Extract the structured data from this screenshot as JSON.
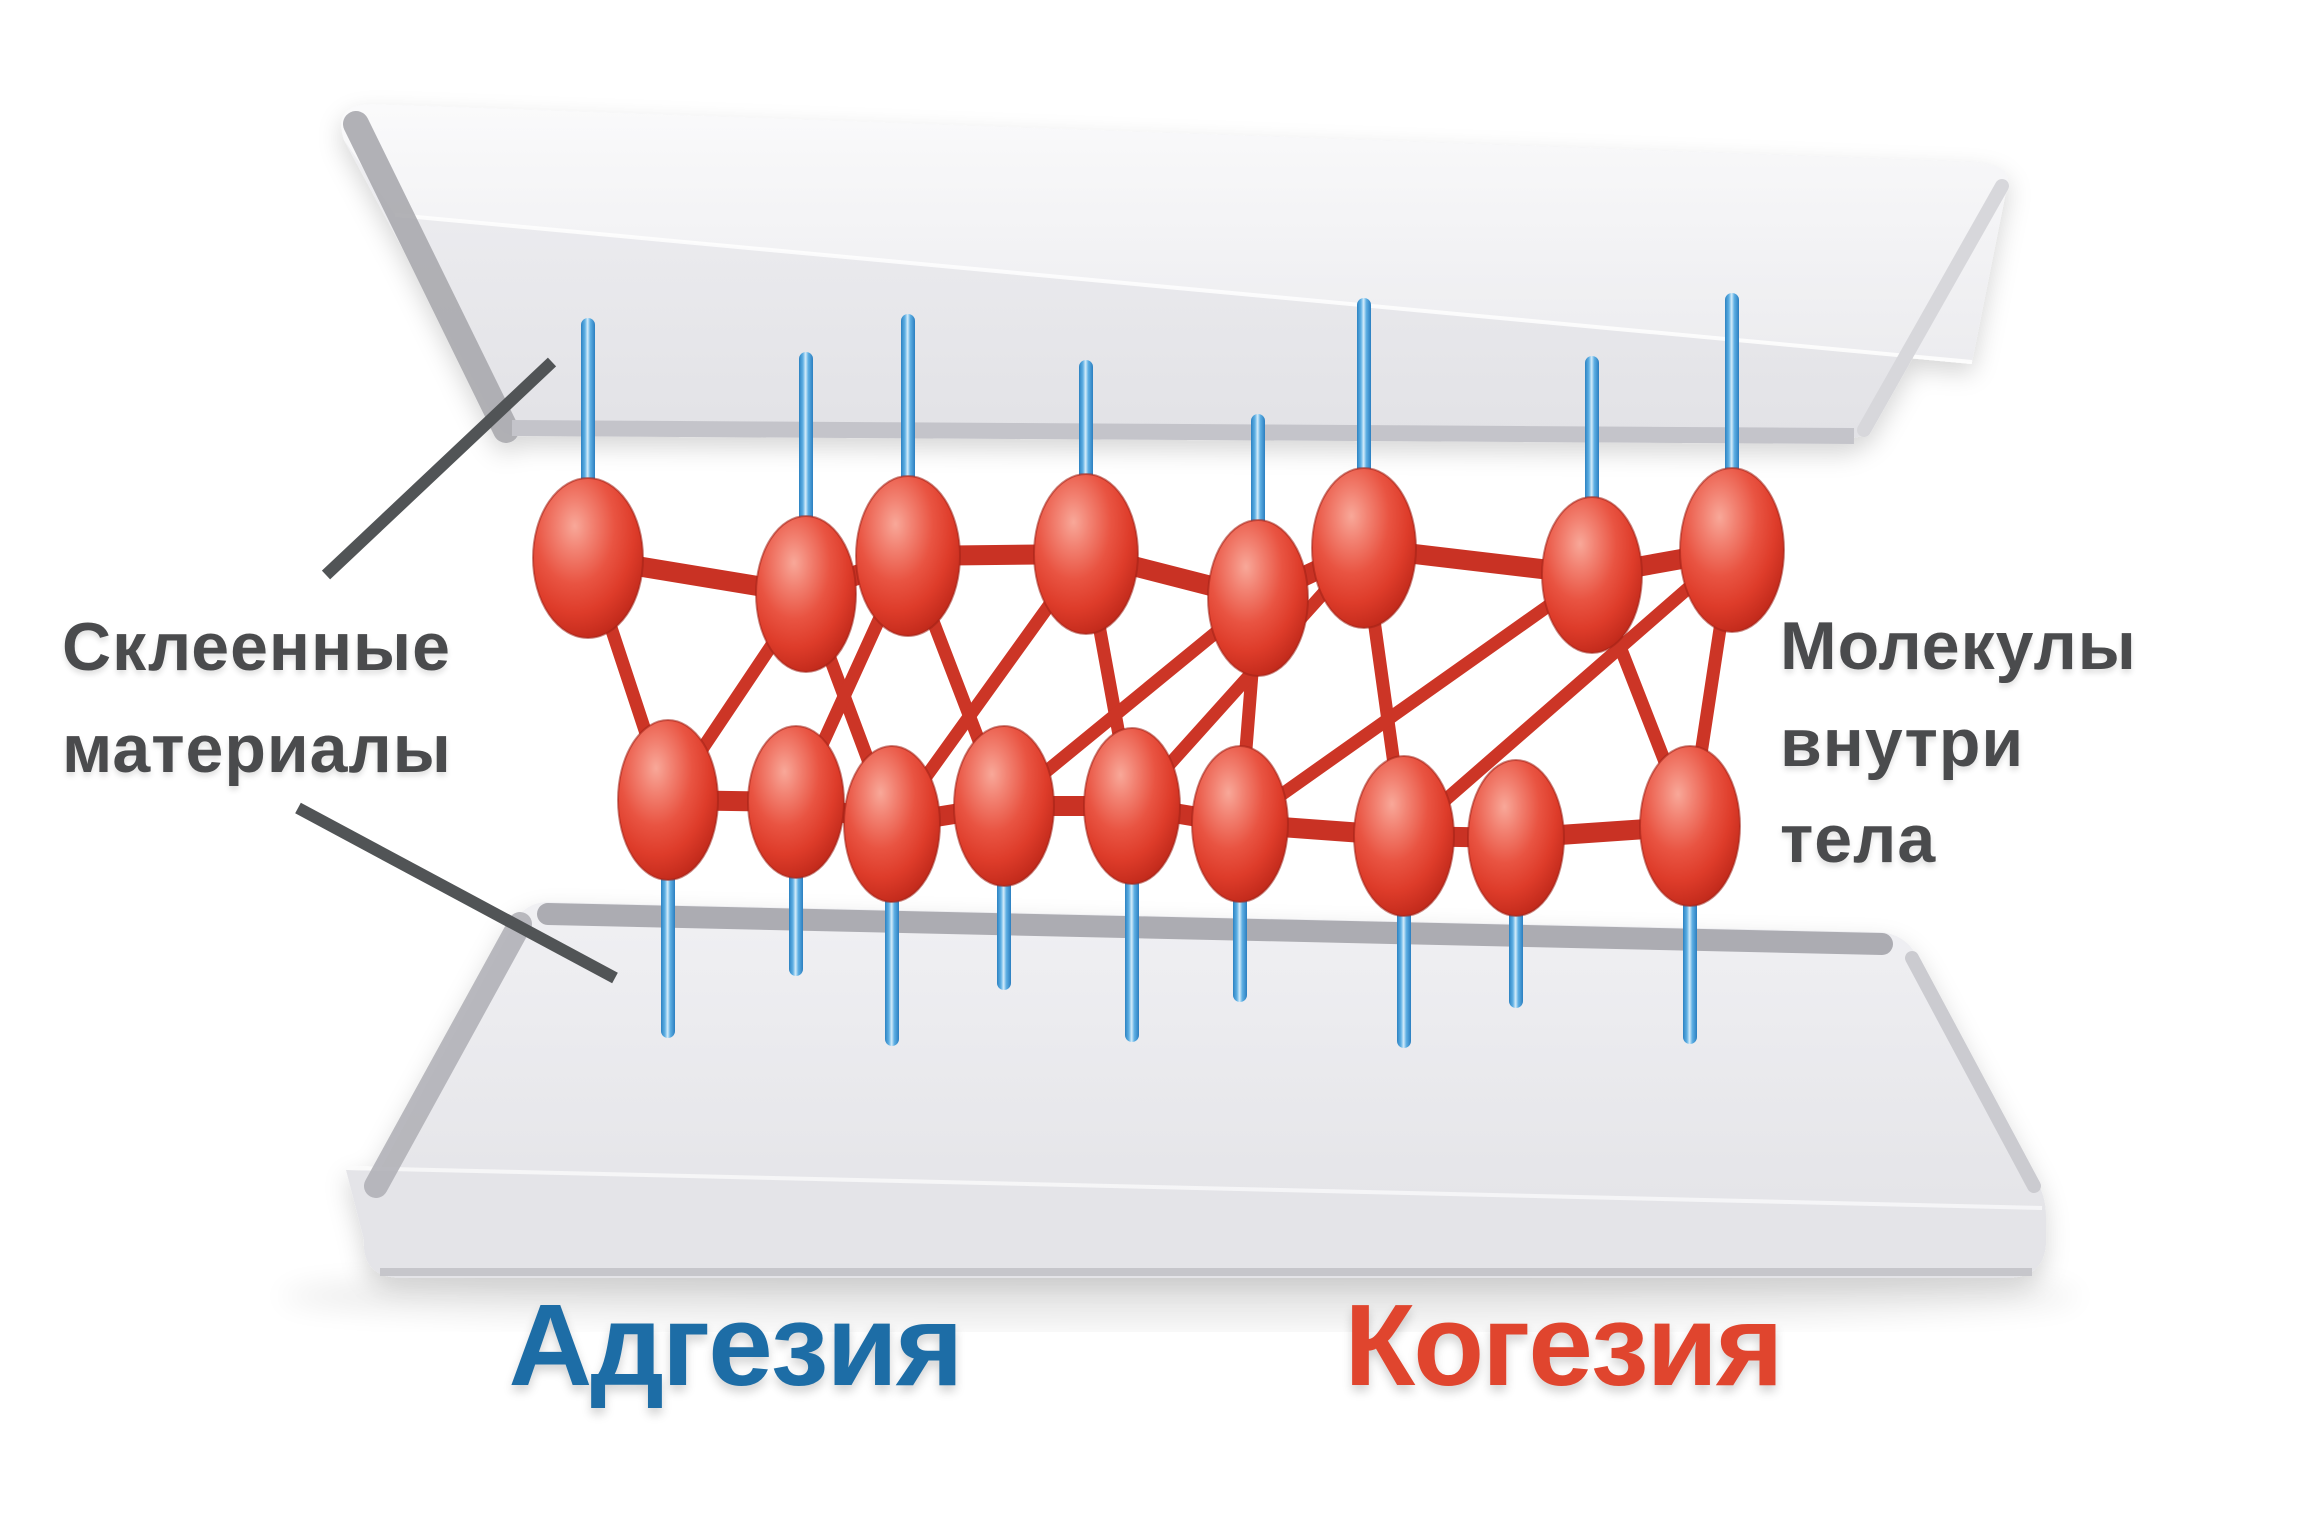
{
  "page": {
    "background_color": "#ffffff"
  },
  "labels": {
    "glued_materials": {
      "line1": "Склеенные",
      "line2": "материалы"
    },
    "molecules_in_body": {
      "line1": "Молекулы",
      "line2": "внутри",
      "line3": "тела"
    },
    "adhesion": "Адгезия",
    "cohesion": "Когезия"
  },
  "colors": {
    "adhesion_label": "#1d6da6",
    "cohesion_label": "#e0452e",
    "side_labels": "#4a4b4d",
    "leader_line": "#515456",
    "molecule_red": "#de3c2a",
    "bond_red": "#cc3526",
    "chain_red": "#c93224",
    "anchor_rod_blue": "#3d9ad8",
    "plate_gray": "#ebebee",
    "plate_rim_gray": "#acacb2"
  },
  "structure": {
    "plates_count": 2,
    "molecules_top_row_count": 8,
    "molecules_bottom_row_count": 9,
    "anchor_rods_top_count": 8,
    "anchor_rods_bottom_count": 9
  }
}
